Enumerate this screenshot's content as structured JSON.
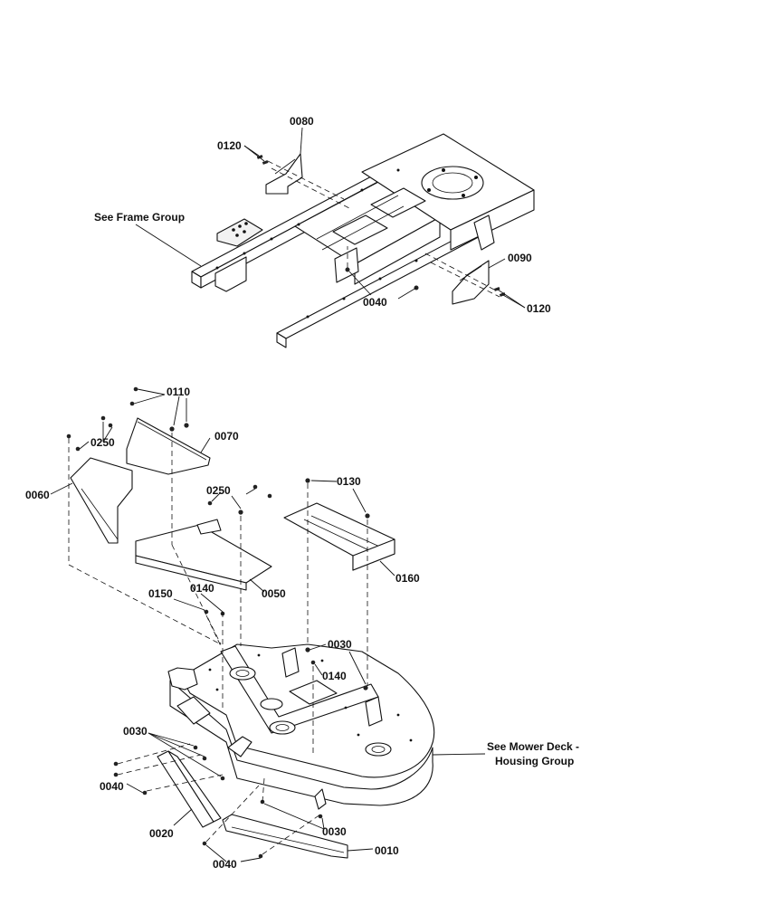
{
  "callouts": {
    "c0080": "0080",
    "c0120_top": "0120",
    "c0090": "0090",
    "c0120_right": "0120",
    "c0040_top": "0040",
    "frame_ref": "See Frame Group",
    "c0110": "0110",
    "c0250_left": "0250",
    "c0070": "0070",
    "c0060": "0060",
    "c0250_mid": "0250",
    "c0130": "0130",
    "c0160": "0160",
    "c0050": "0050",
    "c0150": "0150",
    "c0140_top": "0140",
    "c0030_mid": "0030",
    "c0140_mid": "0140",
    "c0030_left": "0030",
    "c0040_left": "0040",
    "c0020": "0020",
    "c0030_bottom": "0030",
    "c0010": "0010",
    "c0040_bottom": "0040",
    "deck_ref_line1": "See Mower Deck -",
    "deck_ref_line2": "Housing Group"
  }
}
